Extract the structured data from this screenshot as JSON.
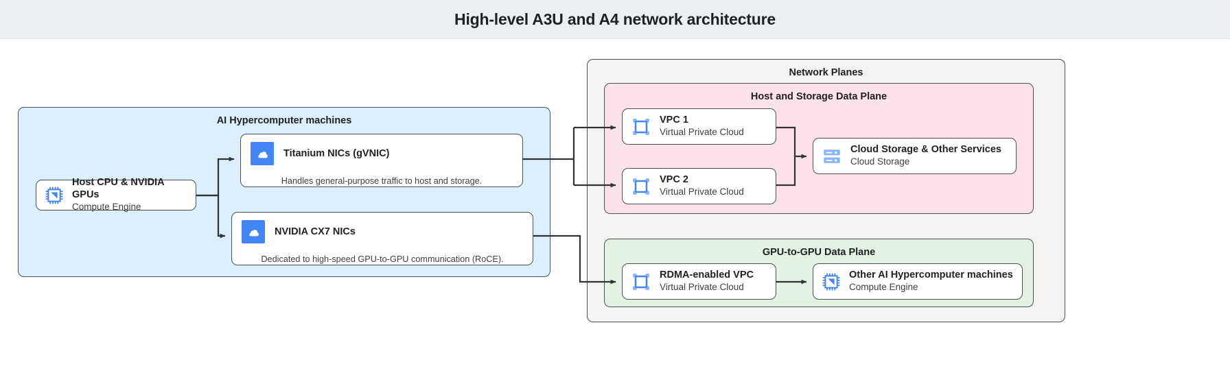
{
  "header": {
    "title": "High-level A3U and A4 network architecture"
  },
  "left_group": {
    "title": "AI Hypercomputer machines",
    "host": {
      "title": "Host CPU & NVIDIA GPUs",
      "subtitle": "Compute Engine",
      "icon": "cpu-chip-icon"
    },
    "nics": [
      {
        "title": "Titanium NICs (gVNIC)",
        "description": "Handles general-purpose traffic to host and storage.",
        "icon": "cloud-square-icon"
      },
      {
        "title": "NVIDIA CX7 NICs",
        "description": "Dedicated to high-speed GPU-to-GPU communication (RoCE).",
        "icon": "cloud-square-icon"
      }
    ]
  },
  "network_planes": {
    "title": "Network Planes",
    "host_storage_plane": {
      "title": "Host and Storage Data Plane",
      "cards": [
        {
          "title": "VPC 1",
          "subtitle": "Virtual Private Cloud",
          "icon": "vpc-icon"
        },
        {
          "title": "VPC 2",
          "subtitle": "Virtual Private Cloud",
          "icon": "vpc-icon"
        },
        {
          "title": "Cloud Storage & Other Services",
          "subtitle": "Cloud Storage",
          "icon": "storage-icon"
        }
      ]
    },
    "gpu_plane": {
      "title": "GPU-to-GPU Data Plane",
      "cards": [
        {
          "title": "RDMA-enabled VPC",
          "subtitle": "Virtual Private Cloud",
          "icon": "vpc-icon"
        },
        {
          "title": "Other AI Hypercomputer machines",
          "subtitle": "Compute Engine",
          "icon": "cpu-chip-icon"
        }
      ]
    }
  },
  "colors": {
    "header_bg": "#eceff1",
    "left_group_bg": "#ddeefc",
    "planes_bg": "#f4f3f1",
    "host_storage_bg": "#fbe2e8",
    "gpu_plane_bg": "#e4f2e4",
    "icon_blue": "#4285f4",
    "stroke": "#4b5055"
  }
}
